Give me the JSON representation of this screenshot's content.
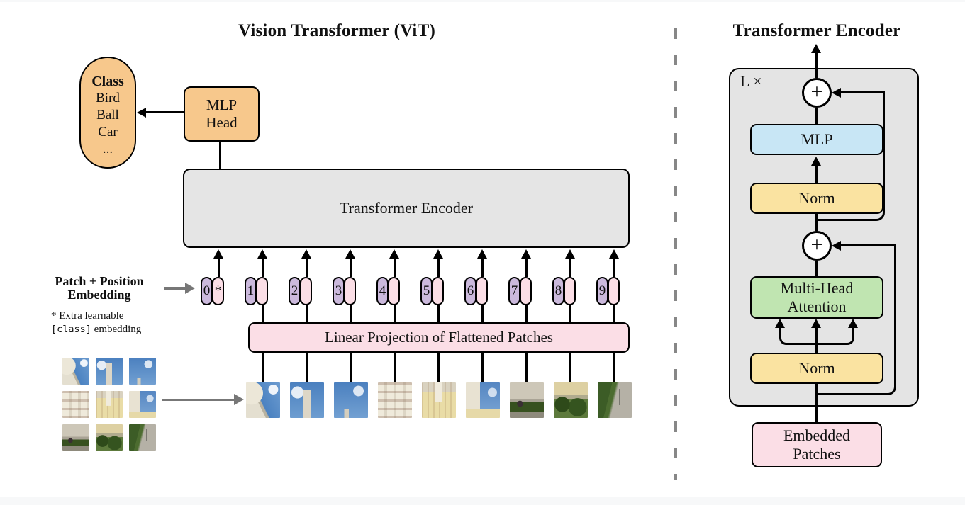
{
  "left_panel": {
    "title": "Vision Transformer (ViT)",
    "class_box": {
      "heading": "Class",
      "items": [
        "Bird",
        "Ball",
        "Car",
        "..."
      ]
    },
    "mlp_head": {
      "line1": "MLP",
      "line2": "Head"
    },
    "encoder_label": "Transformer Encoder",
    "embedding_label": {
      "line1": "Patch + Position",
      "line2": "Embedding"
    },
    "footnote": {
      "line1": "* Extra learnable",
      "code": "[class]",
      "rest": " embedding"
    },
    "projection_label": "Linear Projection of Flattened Patches",
    "tokens": [
      {
        "label": "0",
        "mark": "*"
      },
      {
        "label": "1",
        "mark": ""
      },
      {
        "label": "2",
        "mark": ""
      },
      {
        "label": "3",
        "mark": ""
      },
      {
        "label": "4",
        "mark": ""
      },
      {
        "label": "5",
        "mark": ""
      },
      {
        "label": "6",
        "mark": ""
      },
      {
        "label": "7",
        "mark": ""
      },
      {
        "label": "8",
        "mark": ""
      },
      {
        "label": "9",
        "mark": ""
      }
    ],
    "patch_row": [
      "dome-sky",
      "tower-sky",
      "sky",
      "white-facade",
      "yellow-facade",
      "tower-facade-sky",
      "courtyard",
      "garden-hedges",
      "garden-path"
    ]
  },
  "right_panel": {
    "title": "Transformer Encoder",
    "loop_label": "L ×",
    "plus": "+",
    "mlp_label": "MLP",
    "norm_label_top": "Norm",
    "mha_line1": "Multi-Head",
    "mha_line2": "Attention",
    "norm_label_bottom": "Norm",
    "embedded_line1": "Embedded",
    "embedded_line2": "Patches"
  },
  "colors": {
    "orange": "#F7C88C",
    "panel_gray": "#E5E5E5",
    "token_purple": "#CBB9DC",
    "pink": "#FBDEE6",
    "mlp_blue": "#C8E6F5",
    "norm_yellow": "#FAE3A1",
    "attention_green": "#C0E5B1",
    "line_black": "#000000",
    "muted_arrow_gray": "#777777"
  }
}
